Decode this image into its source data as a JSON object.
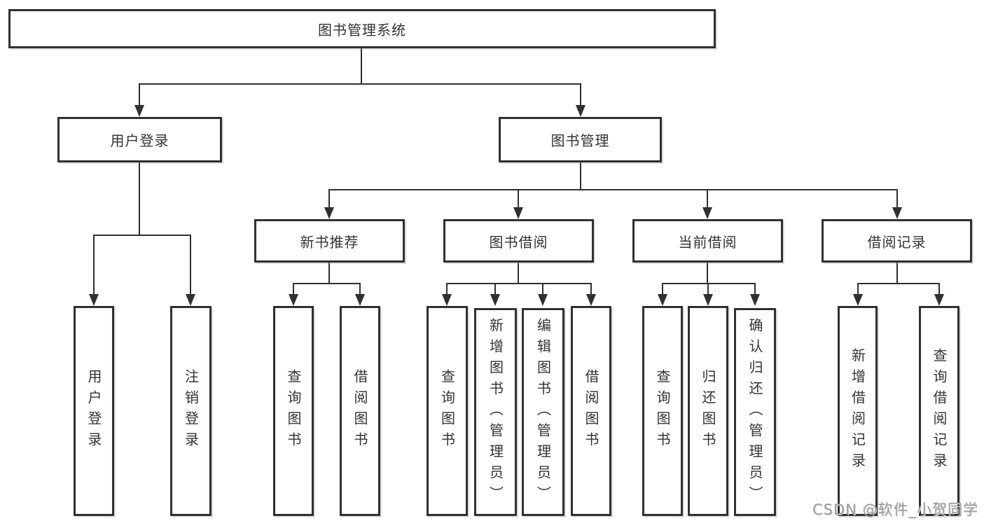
{
  "colors": {
    "background": "#ffffff",
    "line": "#303030",
    "text": "#333333",
    "watermark": "#9b9b9b"
  },
  "tree": {
    "label": "图书管理系统",
    "children": [
      {
        "label": "用户登录",
        "children": [
          {
            "label": "用户登录"
          },
          {
            "label": "注销登录"
          }
        ]
      },
      {
        "label": "图书管理",
        "children": [
          {
            "label": "新书推荐",
            "children": [
              {
                "label": "查询图书"
              },
              {
                "label": "借阅图书"
              }
            ]
          },
          {
            "label": "图书借阅",
            "children": [
              {
                "label": "查询图书"
              },
              {
                "label": "新增图书（管理员）"
              },
              {
                "label": "编辑图书（管理员）"
              },
              {
                "label": "借阅图书"
              }
            ]
          },
          {
            "label": "当前借阅",
            "children": [
              {
                "label": "查询图书"
              },
              {
                "label": "归还图书"
              },
              {
                "label": "确认归还（管理员）"
              }
            ]
          },
          {
            "label": "借阅记录",
            "children": [
              {
                "label": "新增借阅记录"
              },
              {
                "label": "查询借阅记录"
              }
            ]
          }
        ]
      }
    ]
  },
  "watermark": {
    "text": "CSDN @软件_小贺同学"
  }
}
